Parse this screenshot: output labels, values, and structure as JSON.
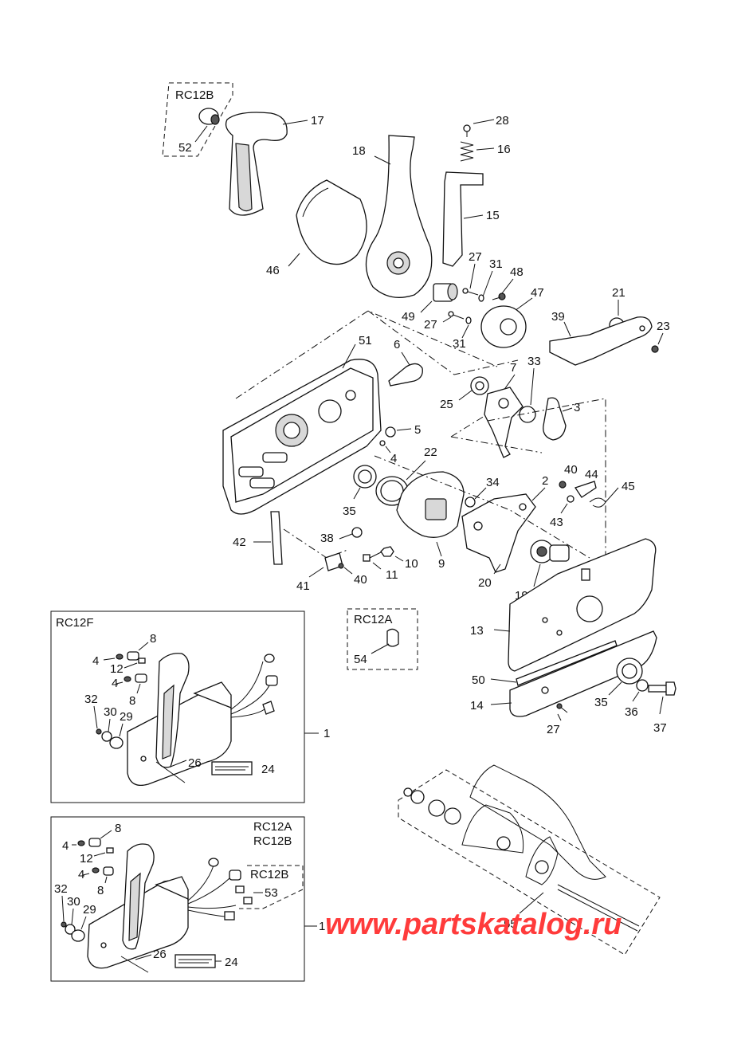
{
  "variants": {
    "rc12b_top": "RC12B",
    "rc12a_mid": "RC12A",
    "rc12f_box": "RC12F",
    "rc12a_box": "RC12A",
    "rc12b_box": "RC12B",
    "rc12b_sub": "RC12B"
  },
  "callouts": {
    "c17": "17",
    "c52": "52",
    "c18": "18",
    "c28": "28",
    "c16": "16",
    "c15": "15",
    "c46": "46",
    "c27a": "27",
    "c31a": "31",
    "c48": "48",
    "c47": "47",
    "c49": "49",
    "c27b": "27",
    "c31b": "31",
    "c21": "21",
    "c39": "39",
    "c23": "23",
    "c51": "51",
    "c6": "6",
    "c7": "7",
    "c33": "33",
    "c25": "25",
    "c3": "3",
    "c5": "5",
    "c4": "4",
    "c22": "22",
    "c40a": "40",
    "c44": "44",
    "c34": "34",
    "c2": "2",
    "c45": "45",
    "c35a": "35",
    "c43": "43",
    "c38": "38",
    "c42": "42",
    "c10": "10",
    "c11": "11",
    "c9": "9",
    "c20": "20",
    "c19": "19",
    "c41": "41",
    "c40b": "40",
    "c54": "54",
    "c13": "13",
    "c50": "50",
    "c14": "14",
    "c27c": "27",
    "c35b": "35",
    "c36": "36",
    "c37": "37",
    "c55": "55",
    "f8a": "8",
    "f4a": "4",
    "f12": "12",
    "f4b": "4",
    "f8b": "8",
    "f32": "32",
    "f30": "30",
    "f29": "29",
    "f26": "26",
    "f24": "24",
    "f1": "1",
    "a8a": "8",
    "a4a": "4",
    "a12": "12",
    "a4b": "4",
    "a8b": "8",
    "a32": "32",
    "a30": "30",
    "a29": "29",
    "a26": "26",
    "a24": "24",
    "a1": "1",
    "a53": "53"
  },
  "watermark": "www.partskatalog.ru"
}
